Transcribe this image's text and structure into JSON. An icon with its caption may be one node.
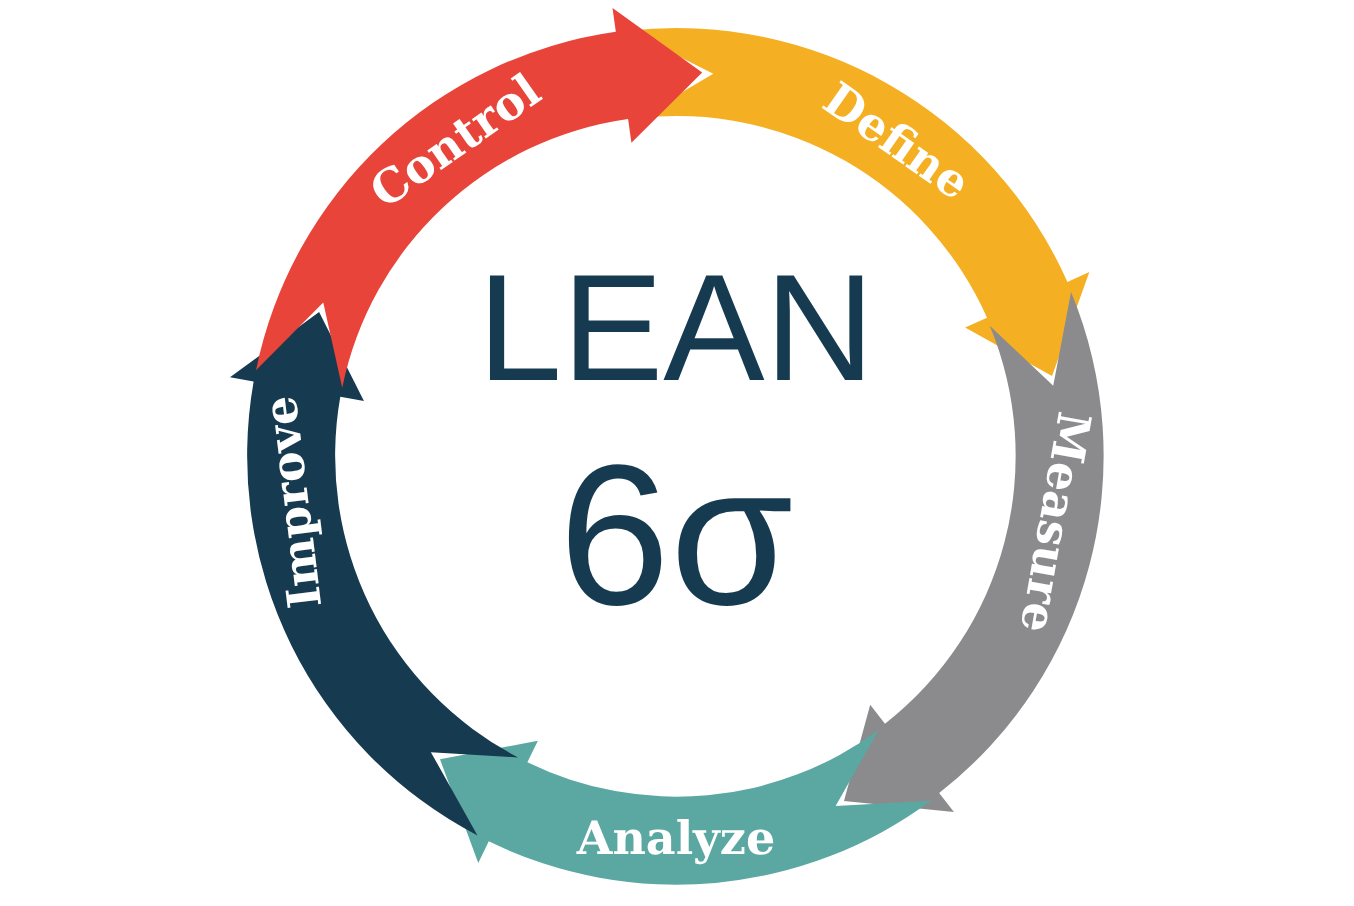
{
  "diagram": {
    "nodes": [
      {
        "text": [
          "Define"
        ]
      },
      {
        "text": [
          "Measure"
        ]
      },
      {
        "text": [
          "Analyze"
        ]
      },
      {
        "text": [
          "Improve"
        ]
      },
      {
        "text": [
          "Control"
        ]
      }
    ],
    "labels": [
      "LEAN",
      "6σ"
    ]
  }
}
